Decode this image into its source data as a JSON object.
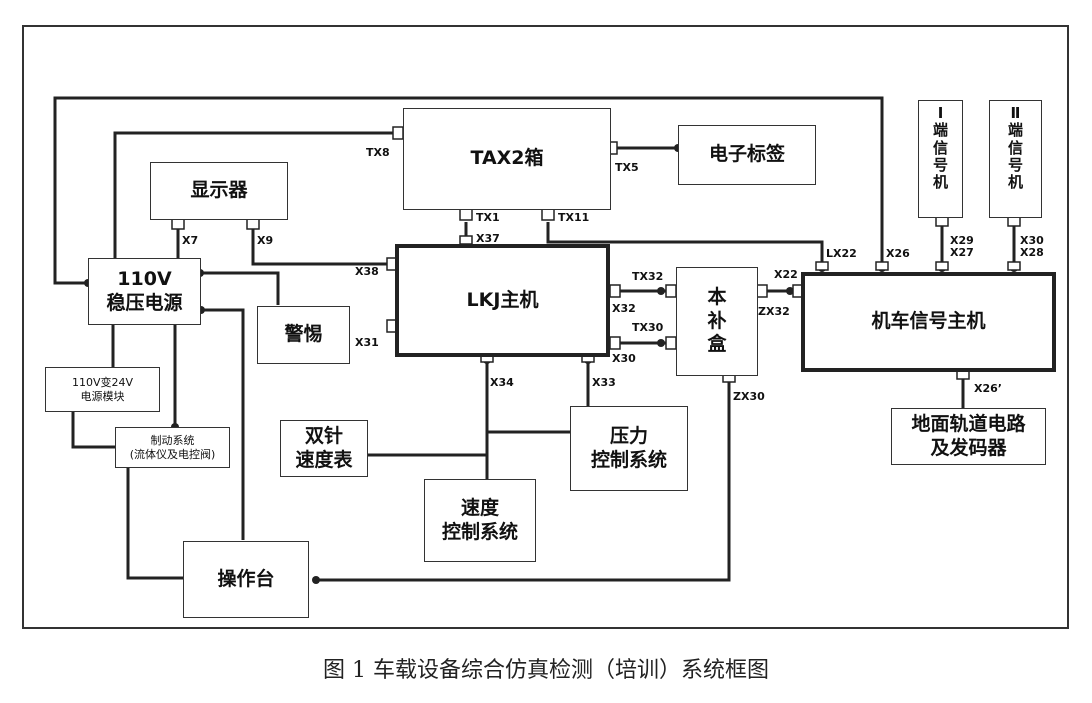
{
  "caption": "图 1 车载设备综合仿真检测（培训）系统框图",
  "blocks": {
    "tax2": "TAX2箱",
    "tag": "电子标签",
    "display": "显示器",
    "psu": "110V\n稳压电源",
    "alert": "警惕",
    "lkj": "LKJ主机",
    "buban": "本\n补\n盒",
    "signal_host": "机车信号主机",
    "end1": "Ⅰ\n端\n信\n号\n机",
    "end2": "Ⅱ\n端\n信\n号\n机",
    "conv": "110V变24V\n电源模块",
    "brake": "制动系统\n(流体仪及电控阀)",
    "dual": "双针\n速度表",
    "pressure": "压力\n控制系统",
    "speed": "速度\n控制系统",
    "console": "操作台",
    "ground": "地面轨道电路\n及发码器"
  },
  "ports": {
    "tx8": "TX8",
    "tx5": "TX5",
    "tx1": "TX1",
    "tx11": "TX11",
    "x37": "X37",
    "x7": "X7",
    "x9": "X9",
    "x38": "X38",
    "x31": "X31",
    "x34": "X34",
    "x33": "X33",
    "tx32": "TX32",
    "x32": "X32",
    "tx30": "TX30",
    "x30": "X30",
    "x22": "X22",
    "zx32": "ZX32",
    "zx30": "ZX30",
    "lx22": "LX22",
    "x26": "X26",
    "x29": "X29",
    "x27": "X27",
    "x30b": "X30",
    "x28": "X28",
    "x26p": "X26’"
  }
}
